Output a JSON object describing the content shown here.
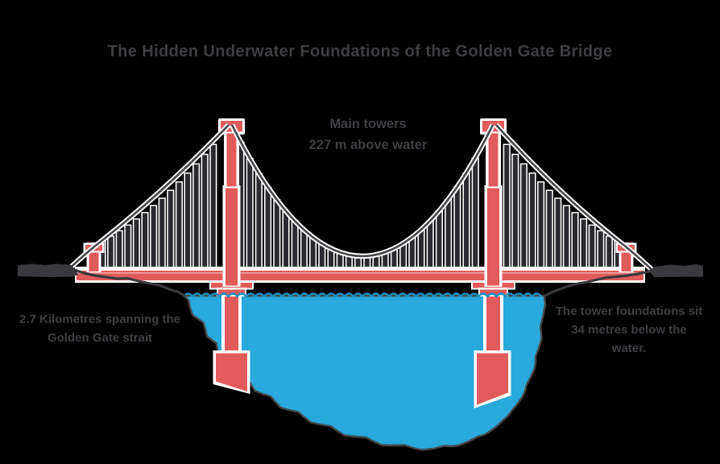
{
  "title": "The Hidden Underwater Foundations of the Golden Gate Bridge",
  "annotations": {
    "tower_height": {
      "line1": "Main towers",
      "line2": "227 m above water"
    },
    "bridge_length": {
      "line1": "2.7 Kilometres spanning the",
      "line2": "Golden Gate strait"
    },
    "foundation_depth": {
      "line1": "The tower foundations sit",
      "line2": "34 metres below the",
      "line3": "water."
    }
  },
  "colors": {
    "structure_red": "#e25b5b",
    "water_blue": "#29a9dc",
    "wave_blue": "#1b8fc2",
    "cable_gray": "#47474c",
    "suspender_gray": "#2a2a2f",
    "ground_gray": "#3a3a3e",
    "text_gray": "#3e3e43",
    "outline_white": "#ffffff",
    "background": "#000000"
  }
}
